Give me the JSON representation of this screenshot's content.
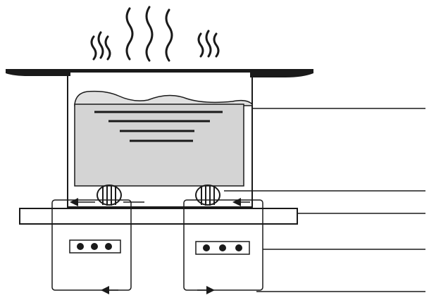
{
  "diagram": {
    "kind": "heating-apparatus-schematic",
    "steam_wisps": 3,
    "pointer_lines": 5,
    "heater_units": 2,
    "indicator_dots_per_unit": 3,
    "colors": {
      "ink": "#1a1a1a",
      "tank_liquid": "#d4d4d4",
      "liquid_surface": "#e0e0e0",
      "background": "#ffffff"
    }
  }
}
